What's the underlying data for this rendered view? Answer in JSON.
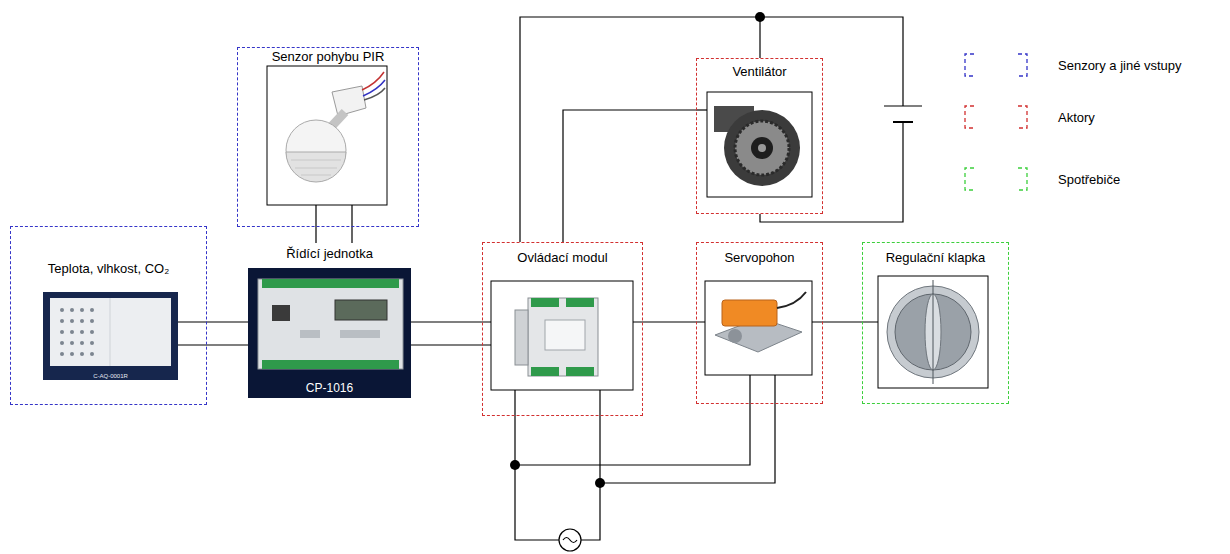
{
  "diagram": {
    "nodes": [
      {
        "text": [
          "Senzor pohybu PIR"
        ]
      },
      {
        "text": [
          "Teplota, vlhkost, CO₂",
          "C-AQ-0001R"
        ]
      },
      {
        "text": [
          "Řídící jednotka",
          "CP-1016"
        ]
      },
      {
        "text": [
          "Ventilátor"
        ]
      },
      {
        "text": [
          "Ovládací modul"
        ]
      },
      {
        "text": [
          "Servopohon"
        ]
      },
      {
        "text": [
          "Regulační klapka"
        ]
      }
    ],
    "edges": [
      {
        "from": 0,
        "to": 2,
        "arrow": "none"
      },
      {
        "from": 1,
        "to": 2,
        "arrow": "none"
      },
      {
        "from": 2,
        "to": 4,
        "arrow": "none"
      },
      {
        "from": 4,
        "to": 3,
        "arrow": "none"
      },
      {
        "from": 4,
        "to": 5,
        "arrow": "none"
      },
      {
        "from": 5,
        "to": 6,
        "arrow": "none"
      }
    ],
    "legend": [
      {
        "text": "Senzory a jiné vstupy",
        "color": "#3535c8"
      },
      {
        "text": "Aktory",
        "color": "#d23030"
      },
      {
        "text": "Spotřebiče",
        "color": "#3ccf3c"
      }
    ]
  }
}
